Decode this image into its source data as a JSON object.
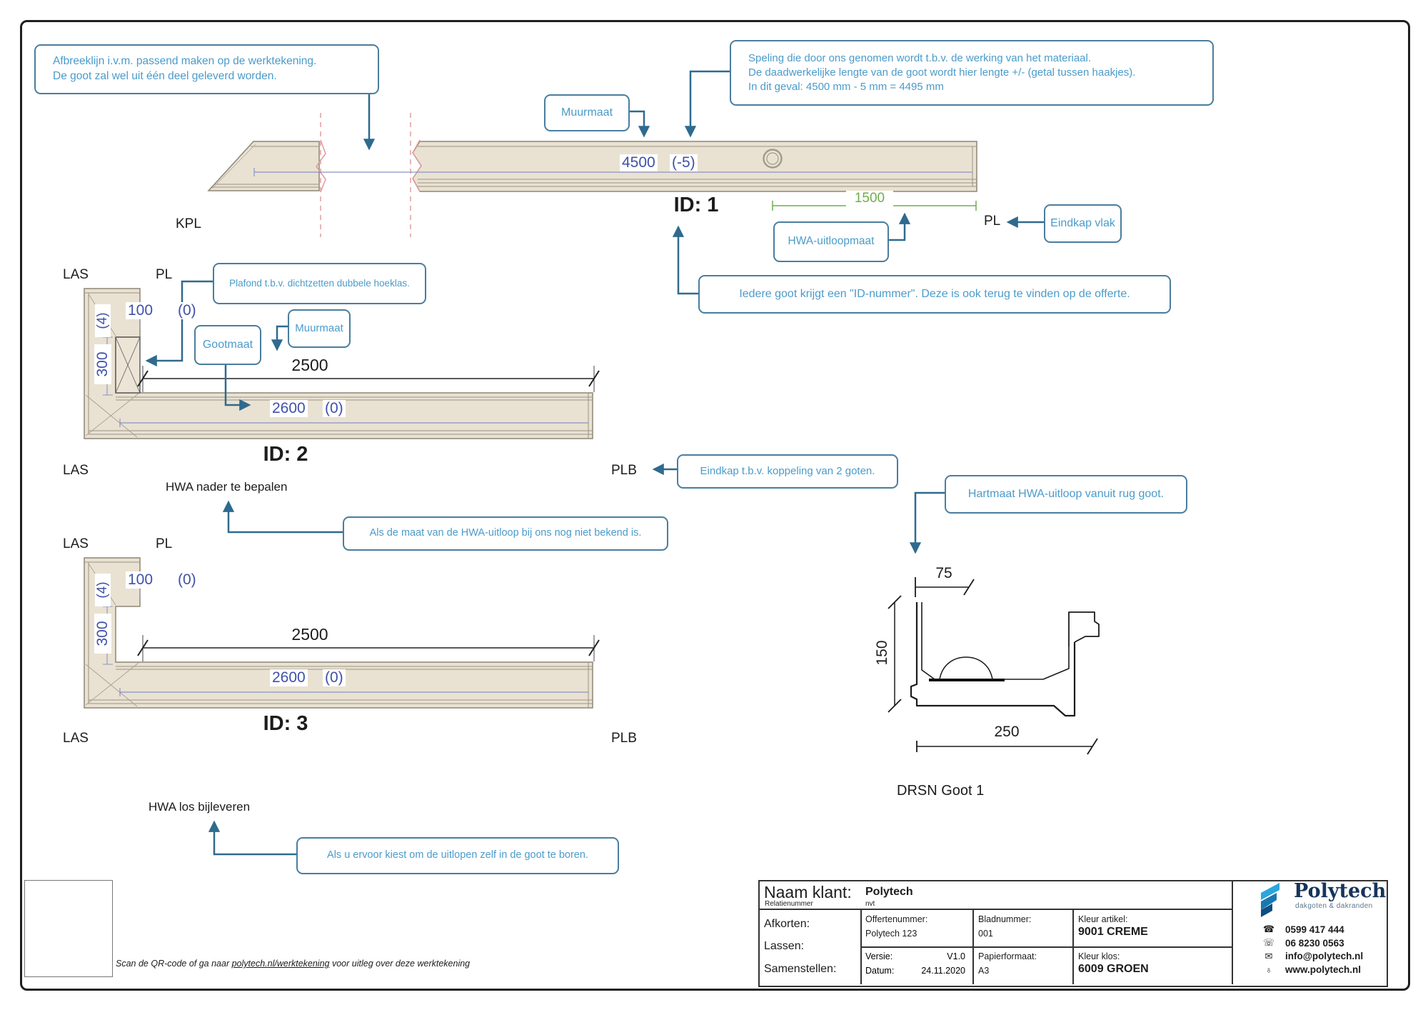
{
  "colors": {
    "callout_border": "#4a7d9e",
    "callout_text": "#4b9bca",
    "arrow": "#2f6a8f",
    "dim_blue": "#3f51a8",
    "dim_green": "#6fae4e",
    "gutter_fill": "#e9e2d2",
    "gutter_outline": "#8d8577",
    "break_pink": "#e3a4a4",
    "logo_navy": "#16355a",
    "logo_blue": "#2aa6dd"
  },
  "callouts": {
    "afbreeklijn_1": "Afbreeklijn i.v.m. passend maken op de werktekening.",
    "afbreeklijn_2": "De goot zal wel uit één deel geleverd worden.",
    "speling_1": "Speling die door ons genomen wordt t.b.v. de werking van het materiaal.",
    "speling_2": "De daadwerkelijke lengte van de goot wordt hier lengte +/- (getal tussen haakjes).",
    "speling_3": "In dit geval: 4500 mm - 5 mm = 4495 mm",
    "muurmaat_top": "Muurmaat",
    "iedere_goot": "Iedere goot krijgt een \"ID-nummer\". Deze is ook terug te vinden op de offerte.",
    "eindkap_vlak": "Eindkap vlak",
    "hwa_uitloopmaat": "HWA-uitloopmaat",
    "plafond": "Plafond t.b.v. dichtzetten dubbele hoeklas.",
    "gootmaat": "Gootmaat",
    "muurmaat_mid": "Muurmaat",
    "eindkap_koppeling": "Eindkap t.b.v. koppeling van 2 goten.",
    "hwa_onbekend": "Als de maat van de HWA-uitloop bij ons nog niet bekend is.",
    "hartmaat": "Hartmaat HWA-uitloop vanuit rug goot.",
    "zelf_boren": "Als u ervoor kiest om de uitlopen zelf in de goot te boren."
  },
  "gutter1": {
    "id": "ID: 1",
    "muurmaat": "4500",
    "tol": "(-5)",
    "hwa_dim": "1500",
    "left_end": "KPL",
    "right_end": "PL"
  },
  "gutter2": {
    "id": "ID: 2",
    "top_left": "LAS",
    "top_right": "PL",
    "bottom_left": "LAS",
    "bottom_right": "PLB",
    "leg_dim": "100",
    "leg_tol": "(0)",
    "side_tol": "(4)",
    "side_dim": "300",
    "muurmaat": "2500",
    "gootmaat": "2600",
    "gootmaat_tol": "(0)",
    "note": "HWA nader te bepalen"
  },
  "gutter3": {
    "id": "ID: 3",
    "top_left": "LAS",
    "top_right": "PL",
    "bottom_left": "LAS",
    "bottom_right": "PLB",
    "leg_dim": "100",
    "leg_tol": "(0)",
    "side_tol": "(4)",
    "side_dim": "300",
    "muurmaat": "2500",
    "gootmaat": "2600",
    "gootmaat_tol": "(0)",
    "note": "HWA los bijleveren"
  },
  "section": {
    "dim_hart": "75",
    "dim_height": "150",
    "dim_width": "250",
    "caption": "DRSN Goot 1"
  },
  "titleblock": {
    "naam_klant_label": "Naam klant:",
    "relatienummer_label": "Relatienummer",
    "klant": "Polytech",
    "relatienummer": "nvt",
    "afkorten_label": "Afkorten:",
    "lassen_label": "Lassen:",
    "samenstellen_label": "Samenstellen:",
    "offertenummer_label": "Offertenummer:",
    "offertenummer": "Polytech 123",
    "bladnummer_label": "Bladnummer:",
    "bladnummer": "001",
    "versie_label": "Versie:",
    "versie": "V1.0",
    "datum_label": "Datum:",
    "datum": "24.11.2020",
    "papierformaat_label": "Papierformaat:",
    "papierformaat": "A3",
    "kleur_artikel_label": "Kleur artikel:",
    "kleur_artikel": "9001 CREME",
    "kleur_klos_label": "Kleur klos:",
    "kleur_klos": "6009 GROEN"
  },
  "branding": {
    "name": "Polytech",
    "tagline": "dakgoten & dakranden",
    "phone1": "0599 417 444",
    "phone2": "06 8230 0563",
    "email": "info@polytech.nl",
    "website": "www.polytech.nl",
    "icons": {
      "phone": "☎",
      "mobile": "☏",
      "mail": "✉",
      "web": "♁"
    }
  },
  "footer": {
    "cap_pre": "Scan de QR-code of ga naar ",
    "cap_link": "polytech.nl/werktekening",
    "cap_post": " voor uitleg over deze werktekening"
  }
}
